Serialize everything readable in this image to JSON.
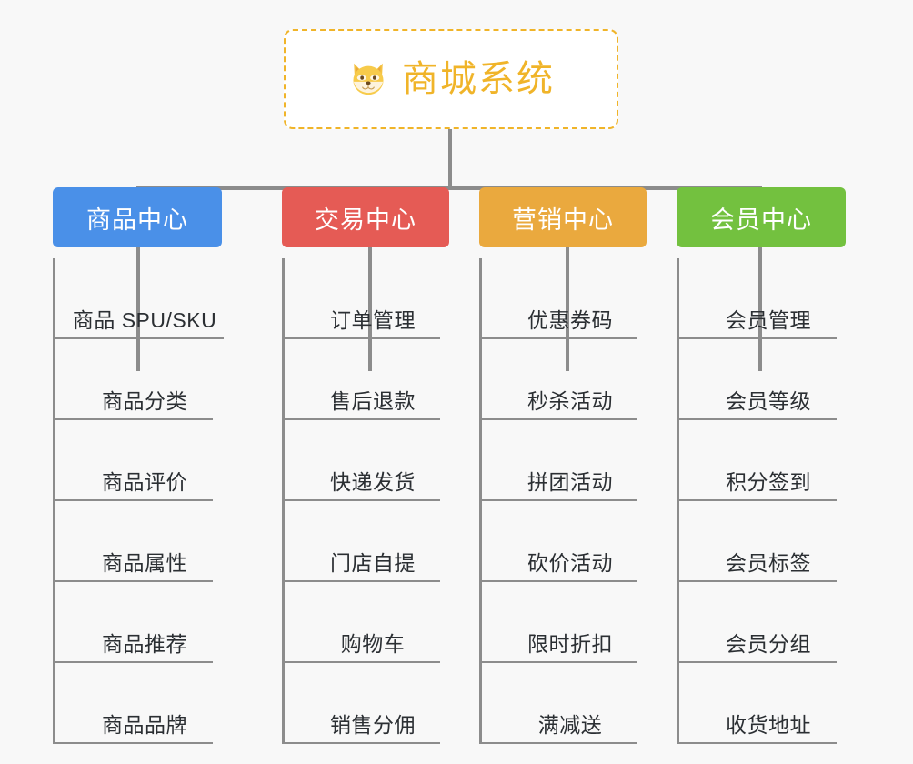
{
  "background_color": "#f8f8f8",
  "root": {
    "icon": "shiba-dog-face-icon",
    "title": "商城系统",
    "title_color": "#f0b429",
    "border_color": "#f0b429",
    "background": "#ffffff"
  },
  "connector_color": "#8c8c8c",
  "branches": [
    {
      "label": "商品中心",
      "color": "#4a90e8",
      "items": [
        "商品 SPU/SKU",
        "商品分类",
        "商品评价",
        "商品属性",
        "商品推荐",
        "商品品牌"
      ]
    },
    {
      "label": "交易中心",
      "color": "#e55b55",
      "items": [
        "订单管理",
        "售后退款",
        "快递发货",
        "门店自提",
        "购物车",
        "销售分佣"
      ]
    },
    {
      "label": "营销中心",
      "color": "#eaa93e",
      "items": [
        "优惠券码",
        "秒杀活动",
        "拼团活动",
        "砍价活动",
        "限时折扣",
        "满减送"
      ]
    },
    {
      "label": "会员中心",
      "color": "#73c13f",
      "items": [
        "会员管理",
        "会员等级",
        "积分签到",
        "会员标签",
        "会员分组",
        "收货地址"
      ]
    }
  ]
}
